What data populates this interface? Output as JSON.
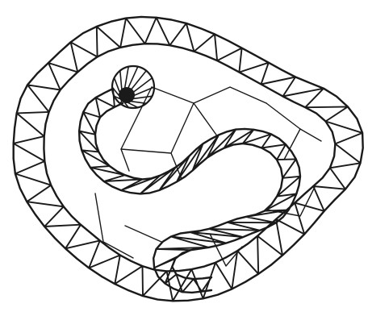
{
  "drawing": {
    "ink_color": "#1a1a1a",
    "paper_color": "#ffffff",
    "motifs": [
      "outer-zigzag-band",
      "inner-spiral-zigzag-band",
      "spiral-center-rosette",
      "net-cells"
    ]
  }
}
